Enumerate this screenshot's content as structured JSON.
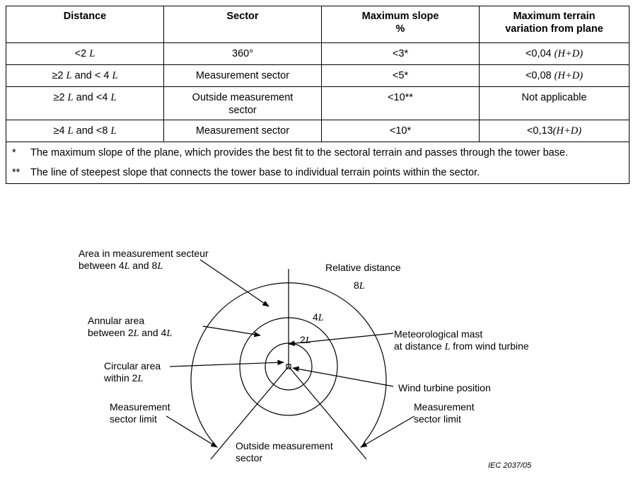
{
  "table": {
    "headers": [
      "Distance",
      "Sector",
      "Maximum slope",
      "Maximum terrain"
    ],
    "header_lines2": {
      "slope_unit": "%",
      "variation_line2": "variation from plane"
    },
    "rows": [
      {
        "dist_pre": "<2 ",
        "dist_L1": "L",
        "dist_mid": "",
        "dist_L2": "",
        "sector": "360°",
        "slope": "<3*",
        "var_pre": "<0,04 ",
        "var_formula": "(H+D)"
      },
      {
        "dist_pre": "≥2 ",
        "dist_L1": "L",
        "dist_mid": " and < 4 ",
        "dist_L2": "L",
        "sector": "Measurement sector",
        "slope": "<5*",
        "var_pre": "<0,08 ",
        "var_formula": "(H+D)"
      },
      {
        "dist_pre": "≥2 ",
        "dist_L1": "L",
        "dist_mid": " and <4 ",
        "dist_L2": "L",
        "sector": "Outside measurement sector",
        "slope": "<10**",
        "var_pre": "Not applicable",
        "var_formula": ""
      },
      {
        "dist_pre": "≥4 ",
        "dist_L1": "L",
        "dist_mid": " and <8 ",
        "dist_L2": "L",
        "sector": "Measurement sector",
        "slope": "<10*",
        "var_pre": "<0,13",
        "var_formula": "(H+D)"
      }
    ],
    "footnotes": [
      {
        "marker": "*",
        "text": "The maximum slope of the plane, which provides the best fit to the sectoral terrain and passes through the tower base."
      },
      {
        "marker": "**",
        "text": "The line of steepest slope that connects the tower base to individual terrain points within the sector."
      }
    ]
  },
  "figure": {
    "ring_labels": {
      "r2": "2",
      "r4": "4",
      "r8": "8",
      "L": "L"
    },
    "labels": {
      "area_measurement_1": "Area in measurement secteur",
      "area_measurement_2_pre": "between 4",
      "area_measurement_2_mid": " and 8",
      "relative_distance": "Relative distance",
      "annular_1": "Annular area",
      "annular_2_pre": "between 2",
      "annular_2_mid": " and 4",
      "met_mast_1": "Meteorological mast",
      "met_mast_2_pre": "at distance ",
      "met_mast_2_post": " from wind turbine",
      "circular_1": "Circular area",
      "circular_2_pre": "within 2",
      "turbine_position": "Wind turbine position",
      "sector_limit_left_1": "Measurement",
      "sector_limit_left_2": "sector limit",
      "sector_limit_right_1": "Measurement",
      "sector_limit_right_2": "sector limit",
      "outside_1": "Outside measurement",
      "outside_2": "sector"
    },
    "ref": "IEC   2037/05"
  }
}
